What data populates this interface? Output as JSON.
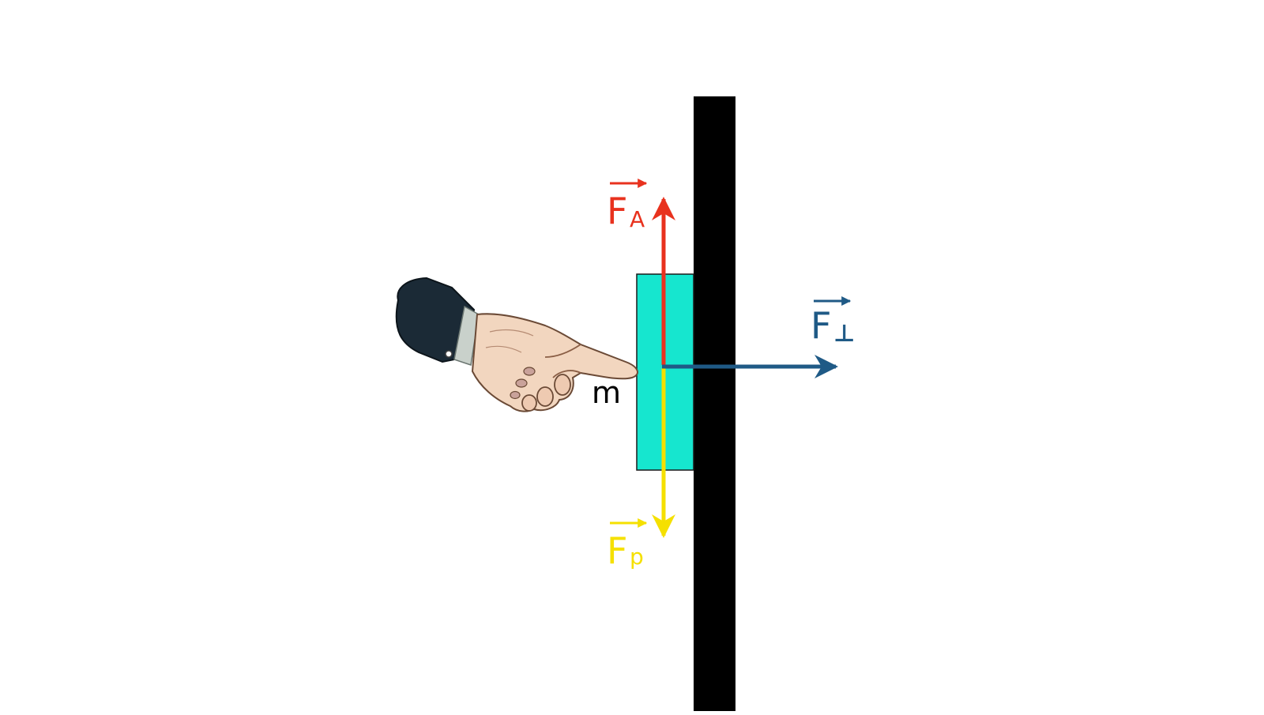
{
  "mass": {
    "label": "m"
  },
  "forces": {
    "friction": {
      "symbol": "F",
      "subscript": "A",
      "color": "#e8321e"
    },
    "weight": {
      "symbol": "F",
      "subscript": "p",
      "color": "#f5e000"
    },
    "normal": {
      "symbol": "F",
      "subscript": "⊥",
      "color": "#1f5a86"
    }
  },
  "colors": {
    "wall": "#000000",
    "block": "#16e6cf",
    "sleeve": "#1b2a36",
    "skin": "#f2d6bf"
  },
  "icons": {
    "hand": "pointing-hand-icon"
  }
}
